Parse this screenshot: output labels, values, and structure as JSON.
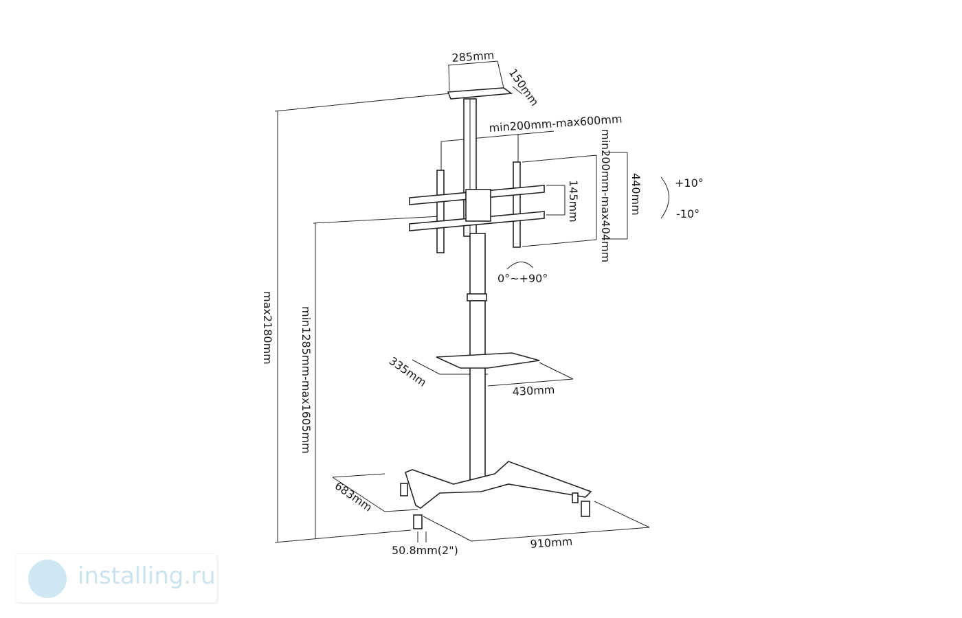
{
  "diagram": {
    "top_shelf_width": "285mm",
    "top_shelf_depth": "150mm",
    "vesa_horizontal": "min200mm-max600mm",
    "vesa_vertical": "min200mm-max404mm",
    "bracket_height": "440mm",
    "arm_spacing": "145mm",
    "tilt_up": "+10°",
    "tilt_down": "-10°",
    "rotation": "0°~+90°",
    "max_height": "max2180mm",
    "mount_height": "min1285mm-max1605mm",
    "shelf_depth": "335mm",
    "shelf_width": "430mm",
    "base_depth": "683mm",
    "base_width": "910mm",
    "caster_size": "50.8mm(2\")"
  },
  "watermark": {
    "text": "installing.ru"
  }
}
